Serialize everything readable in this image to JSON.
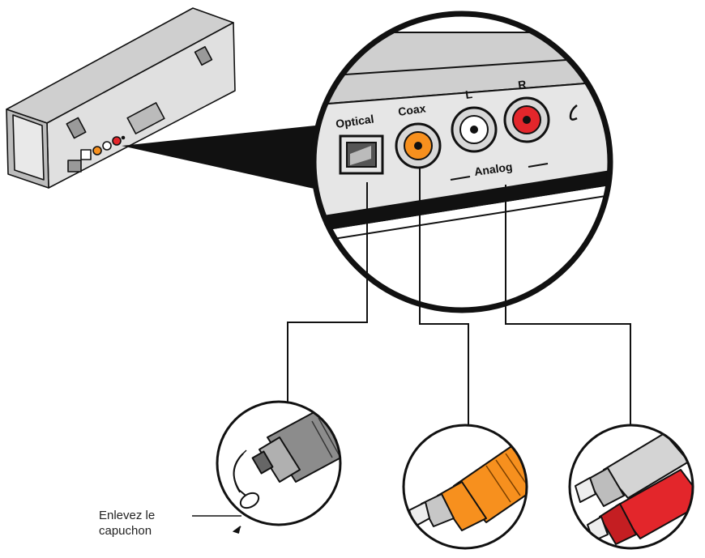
{
  "panel": {
    "optical_label": "Optical",
    "coax_label": "Coax",
    "left_label": "L",
    "right_label": "R",
    "analog_label": "Analog"
  },
  "callout": {
    "line1": "Enlevez le",
    "line2": "capuchon"
  },
  "colors": {
    "coax_jack": "#f7901e",
    "right_jack": "#e3262b",
    "left_jack": "#ffffff",
    "device_body": "#d9d9d9",
    "outline": "#111111",
    "orange_cable": "#f7901e",
    "red_cable": "#e3262b",
    "grey_cable": "#d4d4d4"
  },
  "icons": [
    "speaker-device-icon",
    "optical-connector-icon",
    "coax-rca-connector-icon",
    "analog-rca-connectors-icon"
  ]
}
